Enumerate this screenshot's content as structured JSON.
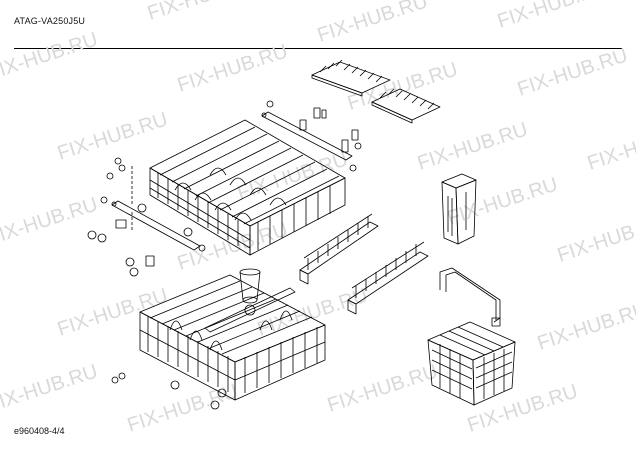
{
  "header": {
    "model": "ATAG-VA250J5U"
  },
  "footer": {
    "page_ref": "e960408-4/4"
  },
  "watermark": {
    "text": "FIX-HUB.RU"
  },
  "colors": {
    "line": "#000000",
    "watermark": "#d9d9d9",
    "background": "#ffffff"
  }
}
